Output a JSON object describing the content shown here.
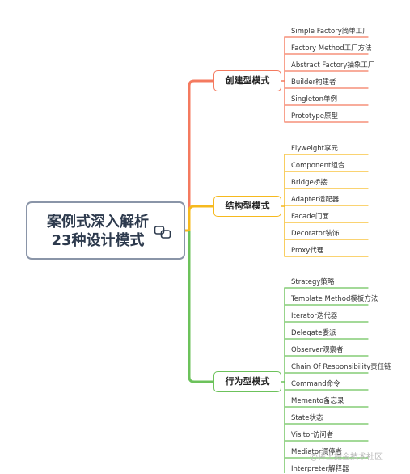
{
  "root": {
    "line1": "案例式深入解析",
    "line2": "23种设计模式",
    "icon": "link-icon"
  },
  "branches": [
    {
      "label": "创建型模式",
      "color": "#f47a5f",
      "leaves": [
        "Simple Factory简单工厂",
        "Factory Method工厂方法",
        "Abstract Factory抽象工厂",
        "Builder构建者",
        "Singleton单例",
        "Prototype原型"
      ]
    },
    {
      "label": "结构型模式",
      "color": "#f6b91e",
      "leaves": [
        "Flyweight享元",
        "Component组合",
        "Bridge桥接",
        "Adapter适配器",
        "Facade门面",
        "Decorator装饰",
        "Proxy代理"
      ]
    },
    {
      "label": "行为型模式",
      "color": "#6cc25b",
      "leaves": [
        "Strategy策略",
        "Template Method模板方法",
        "Iterator迭代器",
        "Delegate委派",
        "Observer观察者",
        "Chain Of Responsibility责任链",
        "Command命令",
        "Memento备忘录",
        "State状态",
        "Visitor访问者",
        "Mediator调停者",
        "Interpreter解释器"
      ]
    }
  ],
  "watermark": "@稀土掘金技术社区"
}
